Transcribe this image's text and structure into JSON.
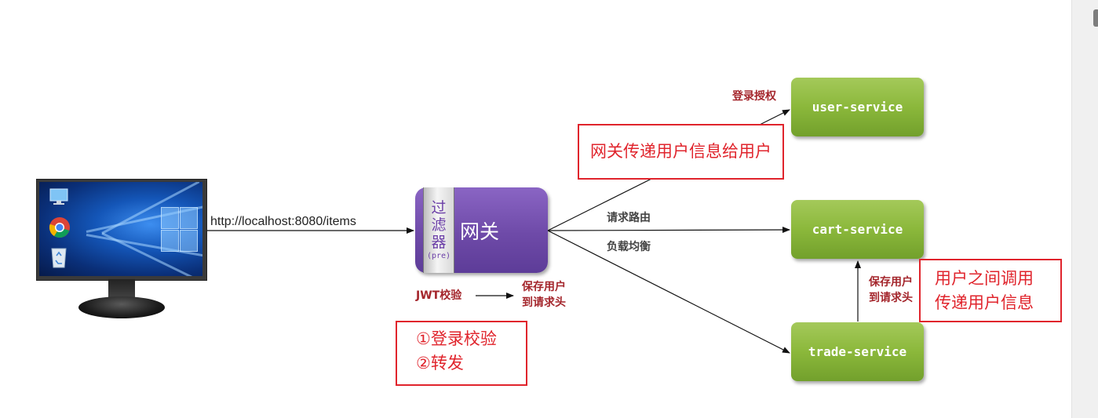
{
  "client": {
    "url": "http://localhost:8080/items"
  },
  "gateway": {
    "label": "网关",
    "filter_chars": [
      "过",
      "滤",
      "器"
    ],
    "filter_sub": "(pre)",
    "jwt_label": "JWT校验",
    "save_user_label_lines": [
      "保存用户",
      "到请求头"
    ]
  },
  "services": {
    "user": "user-service",
    "cart": "cart-service",
    "trade": "trade-service"
  },
  "edge_labels": {
    "login_auth": "登录授权",
    "route": "请求路由",
    "load_balance": "负载均衡",
    "trade_to_cart_lines": [
      "保存用户",
      "到请求头"
    ]
  },
  "notes": {
    "gateway_pass": "网关传递用户信息给用户",
    "gateway_steps": [
      "①登录校验",
      "②转发"
    ],
    "service_calls": [
      "用户之间调用",
      "传递用户信息"
    ]
  },
  "colors": {
    "gateway": "#7a55b5",
    "service": "#8bb83b",
    "note_red": "#e0242c",
    "label_red": "#a4262c"
  }
}
